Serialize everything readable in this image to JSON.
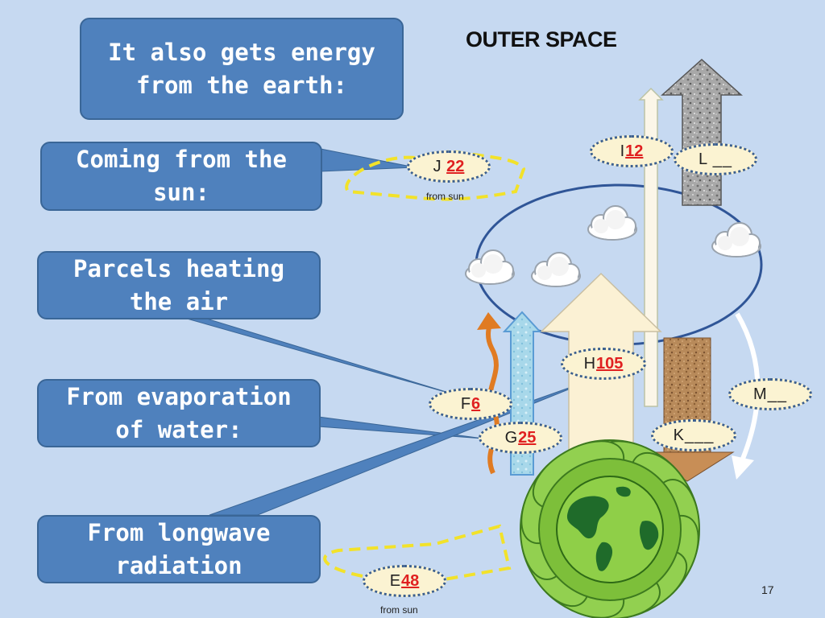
{
  "callouts": {
    "energy": {
      "line1": "It also gets energy",
      "line2": "from the earth:"
    },
    "sun": {
      "line1": "Coming from the",
      "line2": "sun:"
    },
    "parcels": {
      "line1": "Parcels heating",
      "line2": "the air"
    },
    "evaporation": {
      "line1": "From evaporation",
      "line2": "of water:"
    },
    "longwave": {
      "line1": "From longwave",
      "line2": "radiation"
    }
  },
  "outer_space": "OUTER SPACE",
  "labels": {
    "i": {
      "letter": "I",
      "value": "12",
      "blank": ""
    },
    "l": {
      "letter": "L",
      "value": "",
      "blank": "__"
    },
    "j": {
      "letter": "J",
      "value": "22",
      "blank": ""
    },
    "h": {
      "letter": "H",
      "value": "105",
      "blank": ""
    },
    "f": {
      "letter": "F",
      "value": "6",
      "blank": ""
    },
    "m": {
      "letter": "M",
      "value": "",
      "blank": "__"
    },
    "g": {
      "letter": "G",
      "value": "25",
      "blank": ""
    },
    "k": {
      "letter": "K",
      "value": "",
      "blank": "___"
    },
    "e": {
      "letter": "E",
      "value": "48",
      "blank": ""
    }
  },
  "from_sun_1": "from sun",
  "from_sun_2": "from sun",
  "page_number": "17",
  "colors": {
    "background": "#c6d9f1",
    "callout": "#4f81bd",
    "value_red": "#e02020",
    "earth_green": "#7dbf3a",
    "petal_green": "#92d050"
  }
}
